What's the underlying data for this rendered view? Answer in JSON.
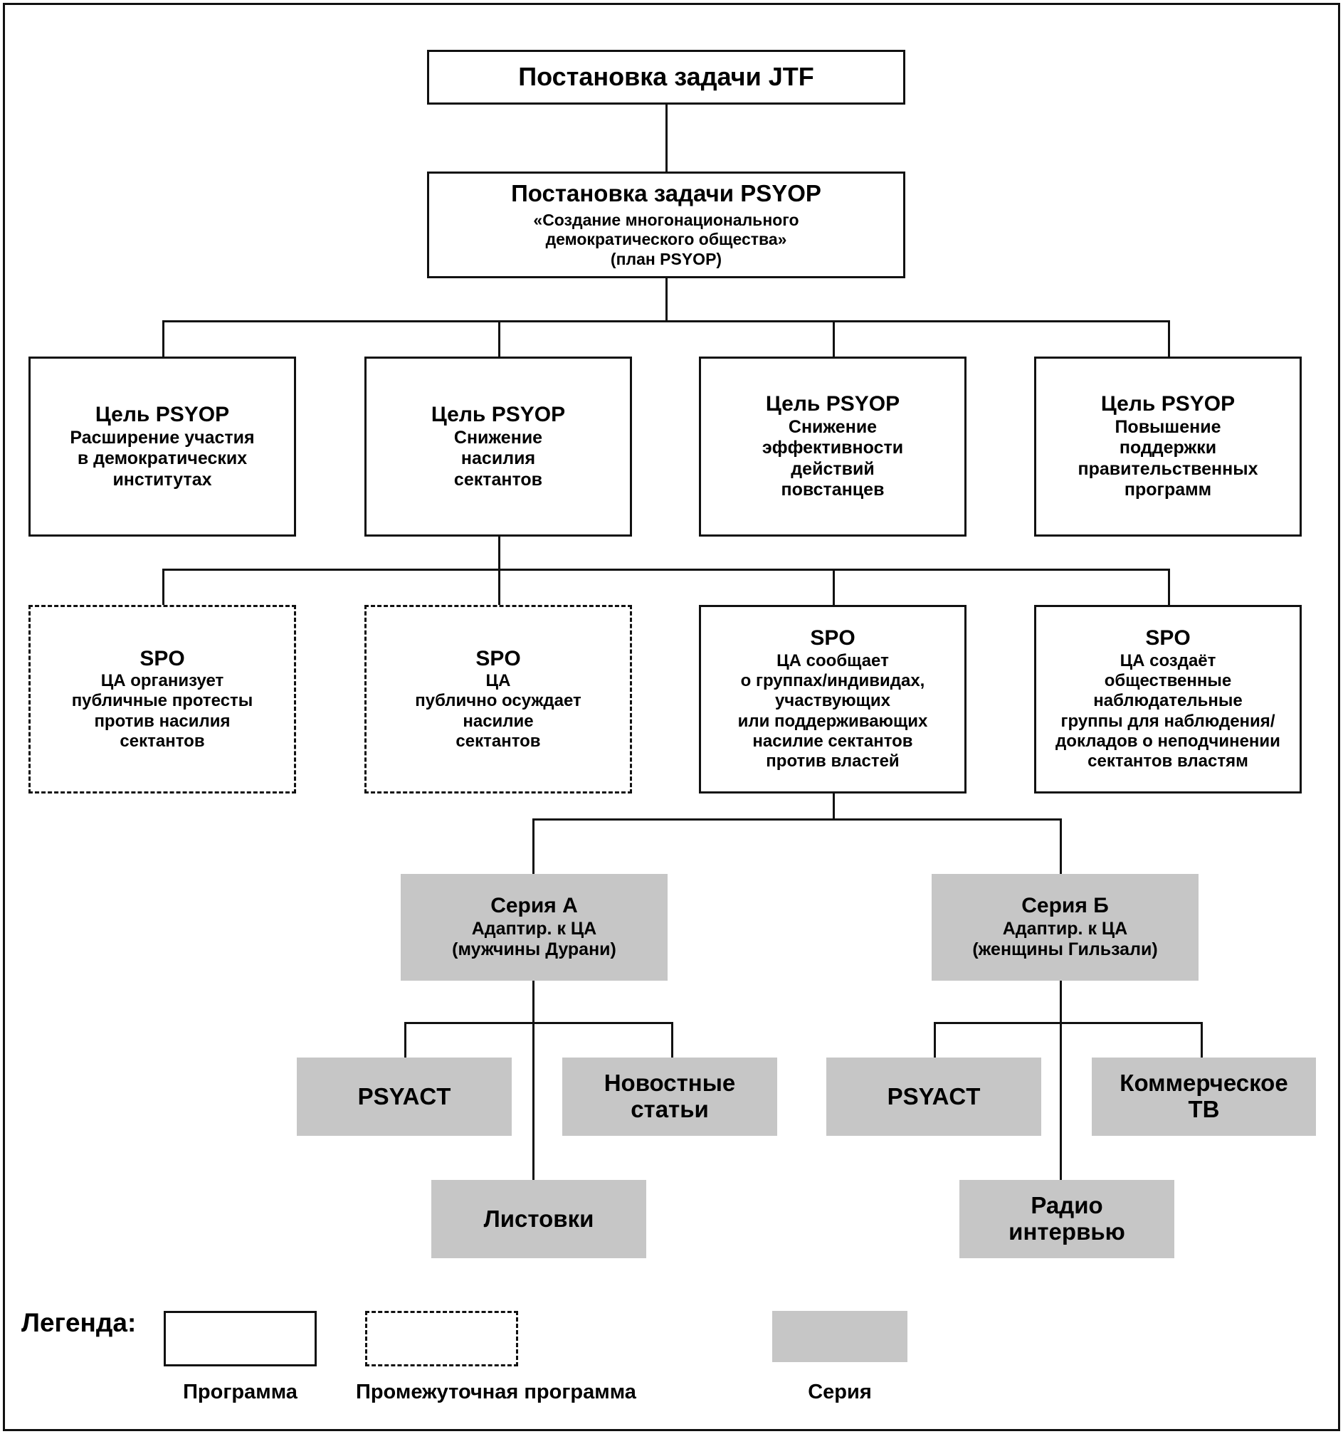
{
  "diagram": {
    "root": {
      "title": "Постановка задачи JTF"
    },
    "mission": {
      "title": "Постановка задачи PSYOP",
      "subtitle": "«Создание многонационального\nдемократического общества»\n(план PSYOP)"
    },
    "goals": [
      {
        "title": "Цель PSYOP",
        "subtitle": "Расширение участия\nв демократических\nинститутах"
      },
      {
        "title": "Цель PSYOP",
        "subtitle": "Снижение\nнасилия\nсектантов"
      },
      {
        "title": "Цель PSYOP",
        "subtitle": "Снижение\nэффективности\nдействий\nповстанцев"
      },
      {
        "title": "Цель PSYOP",
        "subtitle": "Повышение\nподдержки\nправительственных\nпрограмм"
      }
    ],
    "spos": [
      {
        "title": "SPO",
        "subtitle": "ЦА организует\nпубличные протесты\nпротив насилия\nсектантов",
        "style": "dashed"
      },
      {
        "title": "SPO",
        "subtitle": "ЦА\nпублично осуждает\nнасилие\nсектантов",
        "style": "dashed"
      },
      {
        "title": "SPO",
        "subtitle": "ЦА сообщает\nо группах/индивидах,\nучаствующих\nили поддерживающих\nнасилие сектантов\nпротив властей",
        "style": "solid"
      },
      {
        "title": "SPO",
        "subtitle": "ЦА создаёт\nобщественные\nнаблюдательные\nгруппы для наблюдения/\nдокладов о неподчинении\nсектантов властям",
        "style": "solid"
      }
    ],
    "series": [
      {
        "title": "Серия А",
        "subtitle": "Адаптир. к ЦА\n(мужчины Дурани)"
      },
      {
        "title": "Серия Б",
        "subtitle": "Адаптир. к ЦА\n(женщины Гильзали)"
      }
    ],
    "products": [
      {
        "title": "PSYACT"
      },
      {
        "title": "Новостные\nстатьи"
      },
      {
        "title": "Листовки"
      },
      {
        "title": "PSYACT"
      },
      {
        "title": "Коммерческое\nТВ"
      },
      {
        "title": "Радио\nинтервью"
      }
    ]
  },
  "legend": {
    "title": "Легенда:",
    "items": [
      {
        "label": "Программа",
        "style": "solid"
      },
      {
        "label": "Промежуточная программа",
        "style": "dashed"
      },
      {
        "label": "Серия",
        "style": "gray"
      }
    ]
  },
  "colors": {
    "line": "#111111",
    "series_fill": "#c6c6c6",
    "background": "#ffffff"
  }
}
